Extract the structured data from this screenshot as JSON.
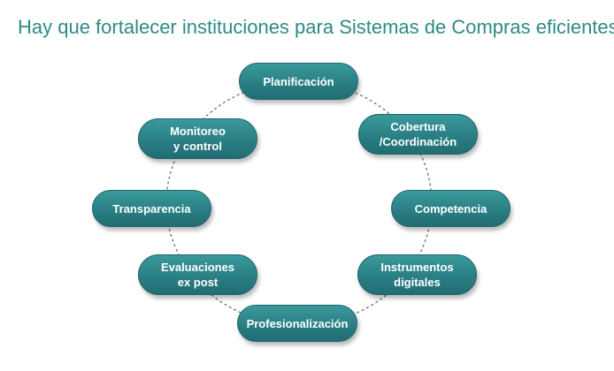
{
  "title": "Hay que fortalecer instituciones para Sistemas de Compras eficientes",
  "colors": {
    "title": "#2e8a85",
    "node_fill": "#2a7f84",
    "node_text": "#ffffff",
    "ring": "#666666"
  },
  "nodes": {
    "planificacion": "Planificación",
    "cobertura_1": "Cobertura",
    "cobertura_2": "/Coordinación",
    "competencia": "Competencia",
    "instrumentos_1": "Instrumentos",
    "instrumentos_2": "digitales",
    "profesionalizacion": "Profesionalización",
    "evaluaciones_1": "Evaluaciones",
    "evaluaciones_2": "ex post",
    "transparencia": "Transparencia",
    "monitoreo_1": "Monitoreo",
    "monitoreo_2": "y control"
  }
}
